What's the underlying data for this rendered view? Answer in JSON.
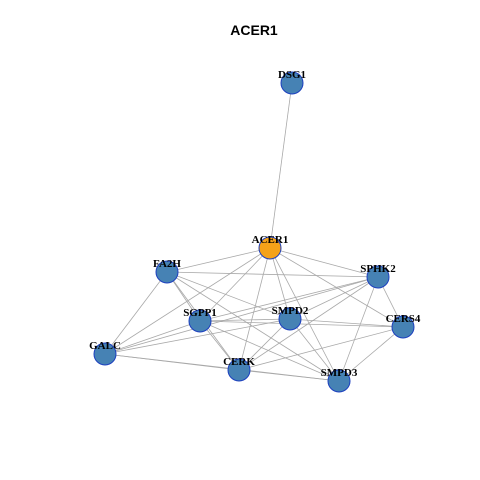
{
  "title": "ACER1",
  "colors": {
    "center_node": "#f5a219",
    "node": "#4682b4",
    "node_border": "#1c3fbf",
    "edge": "#a9a9a9"
  },
  "nodes": [
    {
      "id": "DSG1",
      "label": "DSG1",
      "center": false
    },
    {
      "id": "ACER1",
      "label": "ACER1",
      "center": true
    },
    {
      "id": "FA2H",
      "label": "FA2H",
      "center": false
    },
    {
      "id": "SPHK2",
      "label": "SPHK2",
      "center": false
    },
    {
      "id": "SGPP1",
      "label": "SGPP1",
      "center": false
    },
    {
      "id": "SMPD2",
      "label": "SMPD2",
      "center": false
    },
    {
      "id": "CERS4",
      "label": "CERS4",
      "center": false
    },
    {
      "id": "GALC",
      "label": "GALC",
      "center": false
    },
    {
      "id": "CERK",
      "label": "CERK",
      "center": false
    },
    {
      "id": "SMPD3",
      "label": "SMPD3",
      "center": false
    }
  ],
  "edges": [
    [
      "DSG1",
      "ACER1"
    ],
    [
      "ACER1",
      "FA2H"
    ],
    [
      "ACER1",
      "SPHK2"
    ],
    [
      "ACER1",
      "SGPP1"
    ],
    [
      "ACER1",
      "SMPD2"
    ],
    [
      "ACER1",
      "CERS4"
    ],
    [
      "ACER1",
      "GALC"
    ],
    [
      "ACER1",
      "CERK"
    ],
    [
      "ACER1",
      "SMPD3"
    ],
    [
      "FA2H",
      "SPHK2"
    ],
    [
      "FA2H",
      "SGPP1"
    ],
    [
      "FA2H",
      "SMPD2"
    ],
    [
      "FA2H",
      "GALC"
    ],
    [
      "FA2H",
      "CERK"
    ],
    [
      "FA2H",
      "SMPD3"
    ],
    [
      "SPHK2",
      "SGPP1"
    ],
    [
      "SPHK2",
      "SMPD2"
    ],
    [
      "SPHK2",
      "CERS4"
    ],
    [
      "SPHK2",
      "GALC"
    ],
    [
      "SPHK2",
      "CERK"
    ],
    [
      "SPHK2",
      "SMPD3"
    ],
    [
      "SGPP1",
      "SMPD2"
    ],
    [
      "SGPP1",
      "CERS4"
    ],
    [
      "SGPP1",
      "GALC"
    ],
    [
      "SGPP1",
      "CERK"
    ],
    [
      "SGPP1",
      "SMPD3"
    ],
    [
      "SMPD2",
      "CERS4"
    ],
    [
      "SMPD2",
      "GALC"
    ],
    [
      "SMPD2",
      "CERK"
    ],
    [
      "SMPD2",
      "SMPD3"
    ],
    [
      "CERS4",
      "CERK"
    ],
    [
      "CERS4",
      "SMPD3"
    ],
    [
      "GALC",
      "CERK"
    ],
    [
      "GALC",
      "SMPD3"
    ],
    [
      "CERK",
      "SMPD3"
    ]
  ]
}
